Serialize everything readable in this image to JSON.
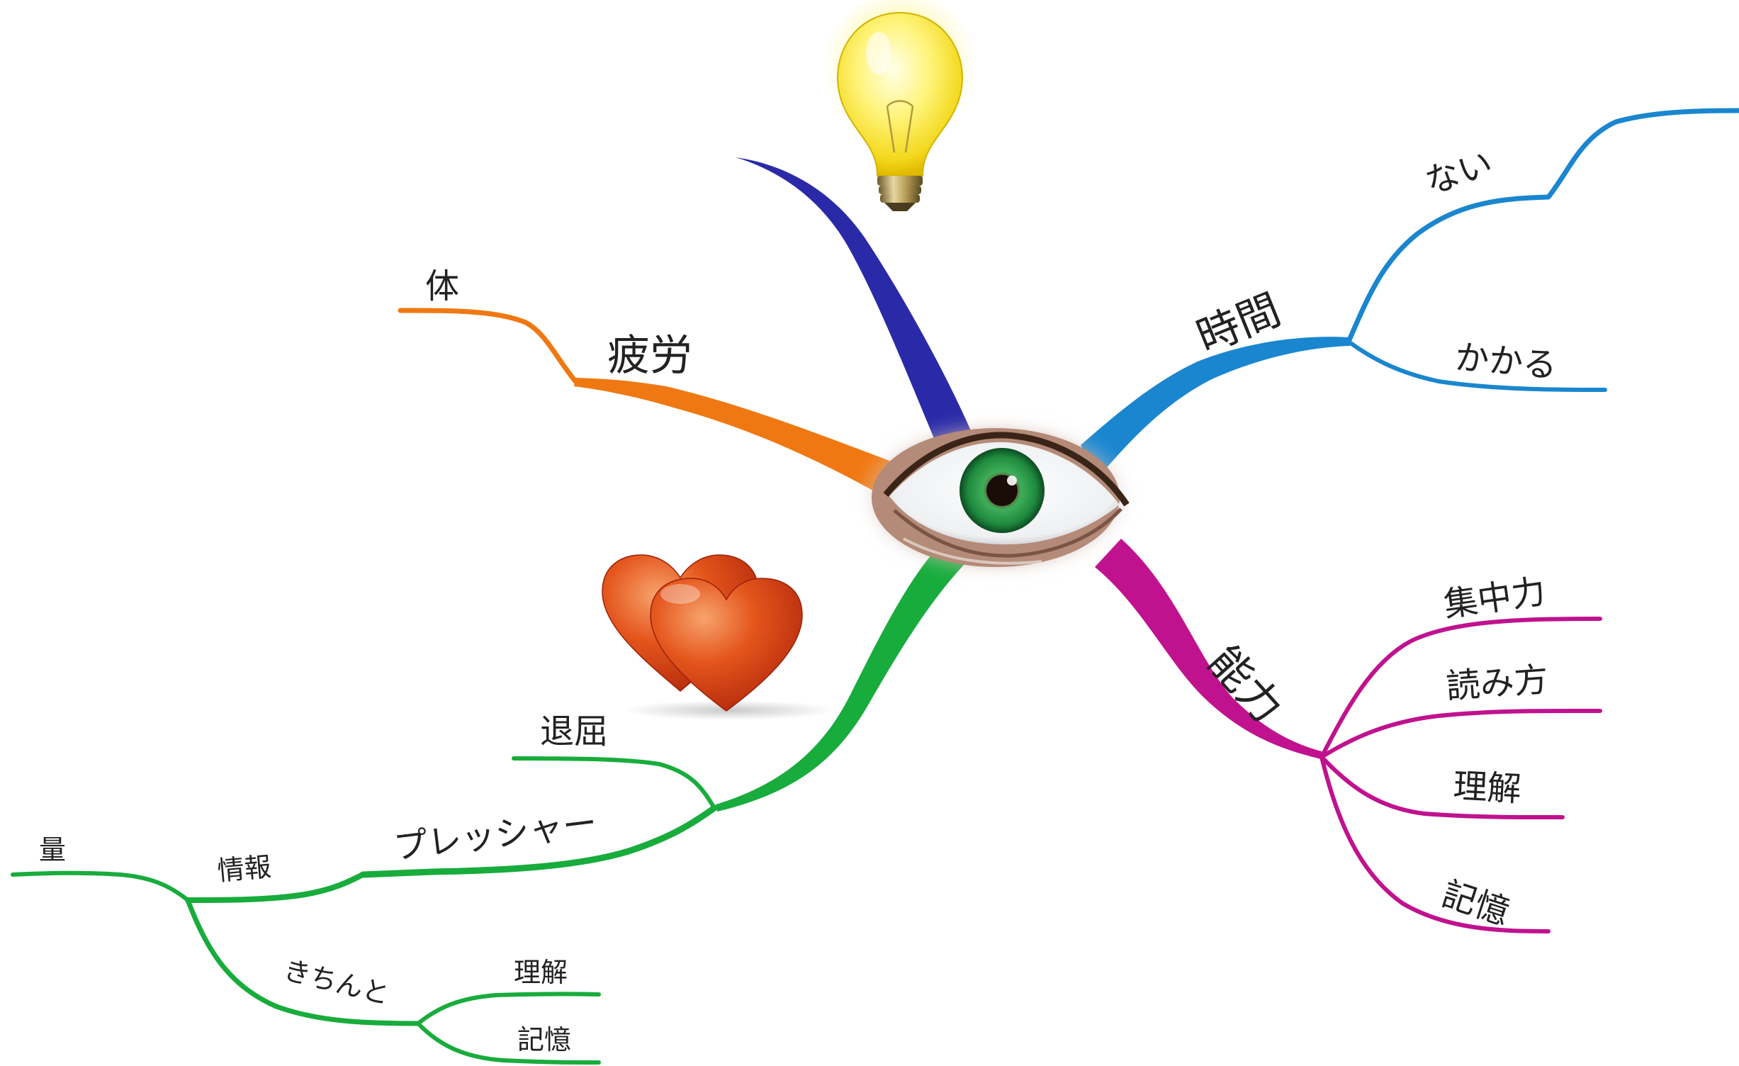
{
  "colors": {
    "fatigue": "#f07812",
    "upper": "#2a2aa8",
    "time": "#1a86cf",
    "ability": "#c0128e",
    "pressure": "#18ac3c"
  },
  "icons": {
    "center": "eye-icon",
    "top": "lightbulb-icon",
    "left": "hearts-icon"
  },
  "branches": {
    "fatigue": {
      "label": "疲労",
      "children": [
        "体"
      ]
    },
    "time": {
      "label": "時間",
      "children": [
        "ない",
        "かかる"
      ]
    },
    "ability": {
      "label": "能力",
      "children": [
        "集中力",
        "読み方",
        "理解",
        "記憶"
      ]
    },
    "pressure": {
      "label": "プレッシャー",
      "children": {
        "boredom": "退屈",
        "info": {
          "label": "情報",
          "children": {
            "amount": "量",
            "properly": {
              "label": "きちんと",
              "children": [
                "理解",
                "記憶"
              ]
            }
          }
        }
      }
    }
  }
}
